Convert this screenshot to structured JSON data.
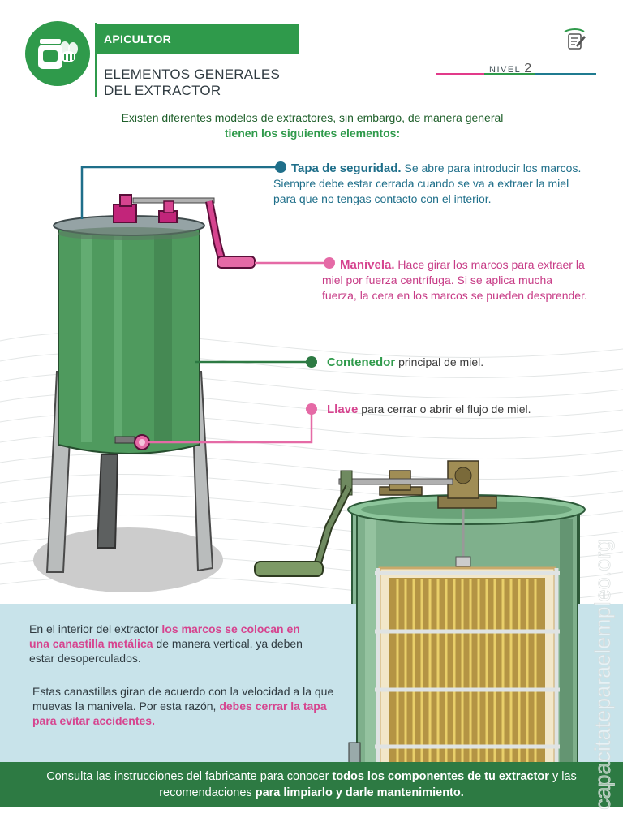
{
  "header": {
    "category": "APICULTOR",
    "title_line1": "ELEMENTOS GENERALES",
    "title_line2": "DEL EXTRACTOR",
    "level_label": "NIVEL",
    "level_value": "2"
  },
  "intro": {
    "line1": "Existen diferentes modelos de extractores, sin embargo, de manera general",
    "line2": "tienen los siguientes elementos:"
  },
  "callouts": {
    "tapa": {
      "title": "Tapa de seguridad.",
      "text": "Se abre para introducir los marcos. Siempre debe estar cerrada cuando se va a extraer la miel para que no tengas contacto con el interior."
    },
    "manivela": {
      "title": "Manivela.",
      "text": "Hace girar los marcos para extraer la miel por fuerza centrífuga. Si se aplica mucha fuerza, la cera en los marcos se pueden desprender."
    },
    "contenedor": {
      "title": "Contenedor",
      "text": "principal de miel."
    },
    "llave": {
      "title": "Llave",
      "text": "para cerrar o abrir el flujo de miel."
    }
  },
  "band": {
    "p1_a": "En el interior del extractor",
    "p1_b": "los marcos se colocan en una canastilla metálica",
    "p1_c": "de manera vertical, ya deben estar desoperculados.",
    "p2_a": "Estas canastillas giran de acuerdo con la velocidad a la que muevas la manivela. Por esta razón,",
    "p2_b": "debes cerrar la tapa para evitar accidentes."
  },
  "footer": {
    "a": "Consulta las instrucciones del fabricante para conocer",
    "b": "todos los componentes de tu extractor",
    "c": "y las recomendaciones",
    "d": "para limpiarlo y darle mantenimiento."
  },
  "watermark": "capacitateparaelempleo.org",
  "colors": {
    "green": "#2f9a4b",
    "dark_green": "#2d7a43",
    "pink": "#d6448f",
    "teal": "#1f6f8a",
    "band": "#c8e3ea"
  },
  "icons": [
    "honey-jar-bee-icon",
    "edit-document-icon"
  ]
}
